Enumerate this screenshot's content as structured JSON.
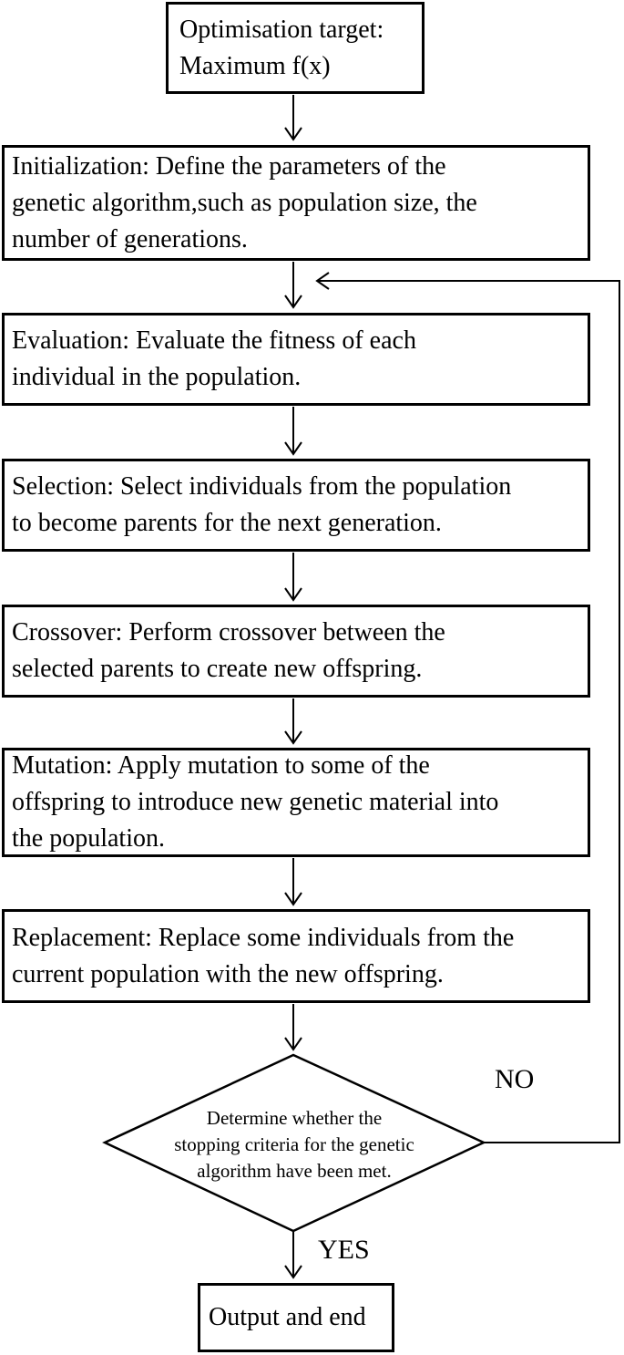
{
  "diagram": {
    "nodes": {
      "start": "Optimisation target:\nMaximum f(x)",
      "initialization": "Initialization: Define the parameters of the\ngenetic algorithm,such as population size, the\nnumber of generations.",
      "evaluation": "Evaluation: Evaluate the fitness of each\nindividual in the population.",
      "selection": "Selection: Select individuals from the population\nto become parents for the next generation.",
      "crossover": "Crossover: Perform crossover between the\nselected parents to create new offspring.",
      "mutation": "Mutation: Apply mutation to some of the\noffspring to introduce new genetic material into\nthe population.",
      "replacement": "Replacement: Replace some individuals from the\ncurrent population with the new offspring.",
      "decision": "Determine whether the\nstopping criteria for the genetic\nalgorithm have been met.",
      "output": "Output and end"
    },
    "labels": {
      "no": "NO",
      "yes": "YES"
    },
    "colors": {
      "line": "#000000",
      "background": "#ffffff",
      "text": "#000000"
    }
  }
}
